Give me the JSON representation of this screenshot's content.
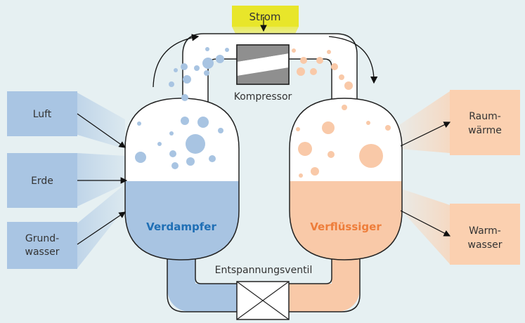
{
  "power": {
    "label": "Strom"
  },
  "compressor": {
    "label": "Kompressor"
  },
  "valve": {
    "label": "Entspannungsventil"
  },
  "evaporator": {
    "label": "Verdampfer"
  },
  "condenser": {
    "label": "Verflüssiger"
  },
  "sources": [
    {
      "line1": "Luft",
      "line2": ""
    },
    {
      "line1": "Erde",
      "line2": ""
    },
    {
      "line1": "Grund-",
      "line2": "wasser"
    }
  ],
  "outputs": [
    {
      "line1": "Raum-",
      "line2": "wärme"
    },
    {
      "line1": "Warm-",
      "line2": "wasser"
    }
  ],
  "colors": {
    "background": "#e6f0f2",
    "cold_fluid": "#a8c4e2",
    "warm_fluid": "#f9c9a8",
    "cold_text": "#1f6fb5",
    "warm_text": "#ee7d3a",
    "power": "#e8e62a",
    "source_box": "#a9c5e3",
    "output_box": "#fbd0b0"
  }
}
